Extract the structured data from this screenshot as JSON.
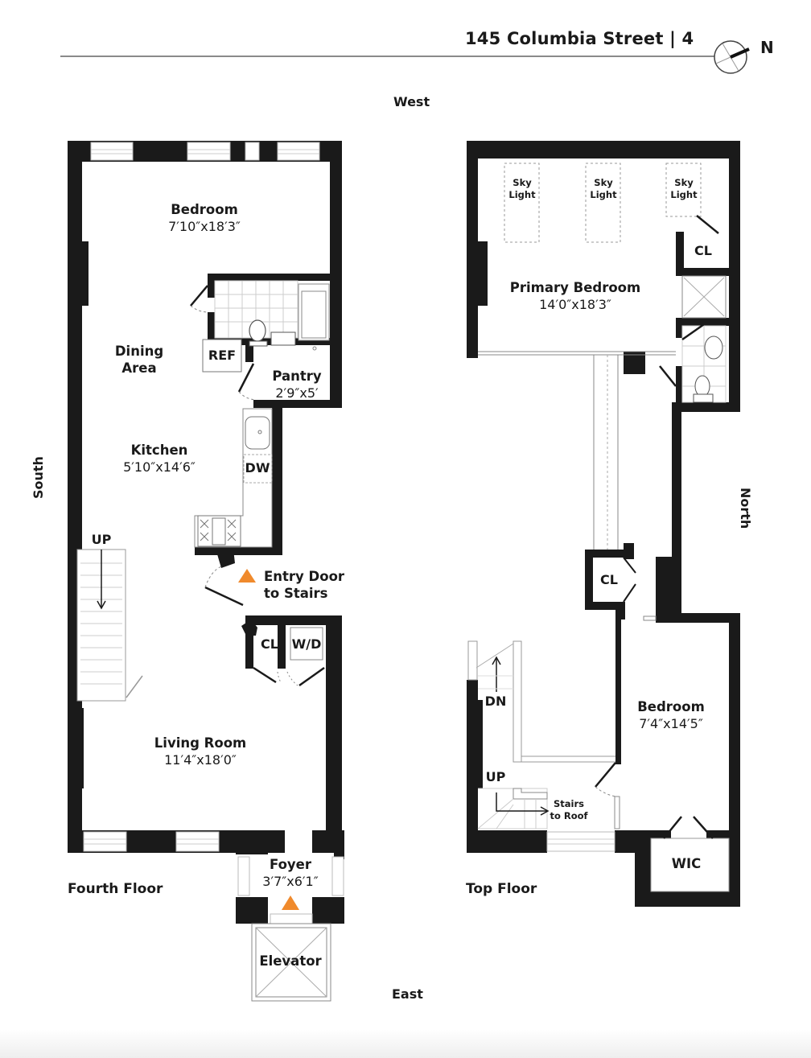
{
  "header": {
    "title": "145 Columbia Street | 4",
    "compass_label": "N"
  },
  "orientation": {
    "west": "West",
    "east": "East",
    "south": "South",
    "north": "North"
  },
  "colors": {
    "wall": "#1a1a1a",
    "entry_marker": "#f08a2c",
    "rule": "#8a8a8a"
  },
  "fourth_floor": {
    "label": "Fourth Floor",
    "rooms": {
      "bedroom": {
        "name": "Bedroom",
        "dim": "7′10″x18′3″"
      },
      "dining": {
        "name": "Dining",
        "name2": "Area"
      },
      "kitchen": {
        "name": "Kitchen",
        "dim": "5′10″x14′6″"
      },
      "pantry": {
        "name": "Pantry",
        "dim": "2′9″x5′"
      },
      "living": {
        "name": "Living Room",
        "dim": "11′4″x18′0″"
      },
      "foyer": {
        "name": "Foyer",
        "dim": "3′7″x6′1″"
      },
      "elevator": {
        "name": "Elevator"
      }
    },
    "fixtures": {
      "ref": "REF",
      "dw": "DW",
      "cl": "CL",
      "wd": "W/D",
      "up": "UP"
    },
    "entry": {
      "line1": "Entry Door",
      "line2": "to Stairs"
    }
  },
  "top_floor": {
    "label": "Top Floor",
    "rooms": {
      "primary": {
        "name": "Primary Bedroom",
        "dim": "14′0″x18′3″"
      },
      "bedroom": {
        "name": "Bedroom",
        "dim": "7′4″x14′5″"
      },
      "wic": {
        "name": "WIC"
      }
    },
    "skylights": [
      {
        "line1": "Sky",
        "line2": "Light"
      },
      {
        "line1": "Sky",
        "line2": "Light"
      },
      {
        "line1": "Sky",
        "line2": "Light"
      }
    ],
    "fixtures": {
      "cl_upper": "CL",
      "cl_lower": "CL",
      "dn": "DN",
      "up": "UP"
    },
    "stairs_roof": {
      "line1": "Stairs",
      "line2": "to Roof"
    }
  }
}
